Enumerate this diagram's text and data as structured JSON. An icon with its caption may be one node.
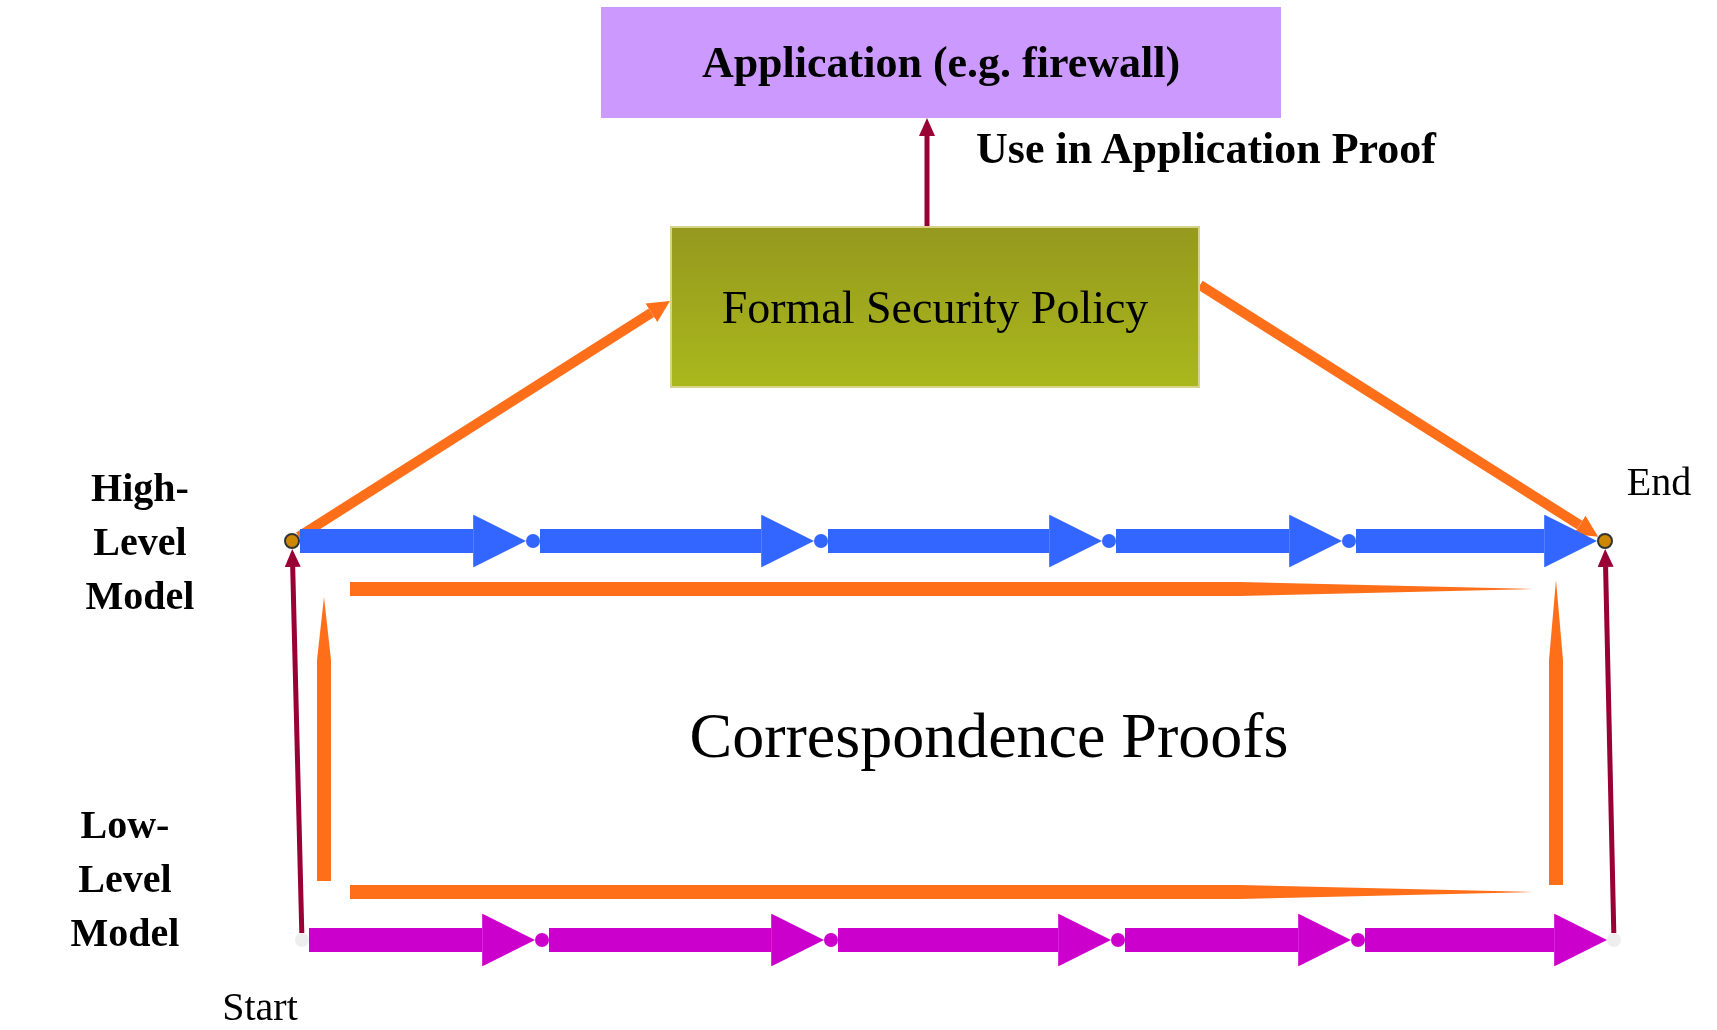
{
  "diagram": {
    "nodes": [
      {
        "text": [
          "Application (e.g. firewall)"
        ]
      },
      {
        "text": [
          "Formal Security Policy"
        ]
      },
      {
        "text": [],
        "shape": "circle",
        "beside": [
          "High-Level Model"
        ]
      },
      {
        "text": [],
        "shape": "circle"
      },
      {
        "text": [],
        "shape": "circle"
      },
      {
        "text": [],
        "shape": "circle"
      },
      {
        "text": [],
        "shape": "circle"
      },
      {
        "text": [],
        "shape": "circle",
        "beside": [
          "End"
        ]
      },
      {
        "text": [],
        "shape": "circle",
        "beside": [
          "Low-Level Model",
          "Start"
        ]
      },
      {
        "text": [],
        "shape": "circle"
      },
      {
        "text": [],
        "shape": "circle"
      },
      {
        "text": [],
        "shape": "circle"
      },
      {
        "text": [],
        "shape": "circle"
      },
      {
        "text": [],
        "shape": "circle"
      }
    ],
    "edges": [
      {
        "from": 1,
        "to": 0,
        "arrow": "to",
        "label": "Use in Application Proof",
        "color": "#990033"
      },
      {
        "from": 2,
        "to": 1,
        "arrow": "to",
        "color": "#ff6f1a"
      },
      {
        "from": 1,
        "to": 7,
        "arrow": "to",
        "color": "#ff6f1a"
      },
      {
        "from": 2,
        "to": 3,
        "arrow": "to",
        "color": "#3366ff"
      },
      {
        "from": 3,
        "to": 4,
        "arrow": "to",
        "color": "#3366ff"
      },
      {
        "from": 4,
        "to": 5,
        "arrow": "to",
        "color": "#3366ff"
      },
      {
        "from": 5,
        "to": 6,
        "arrow": "to",
        "color": "#3366ff"
      },
      {
        "from": 6,
        "to": 7,
        "arrow": "to",
        "color": "#3366ff"
      },
      {
        "from": 8,
        "to": 9,
        "arrow": "to",
        "color": "#cc00cc"
      },
      {
        "from": 9,
        "to": 10,
        "arrow": "to",
        "color": "#cc00cc"
      },
      {
        "from": 10,
        "to": 11,
        "arrow": "to",
        "color": "#cc00cc"
      },
      {
        "from": 11,
        "to": 12,
        "arrow": "to",
        "color": "#cc00cc"
      },
      {
        "from": 12,
        "to": 13,
        "arrow": "to",
        "color": "#cc00cc"
      },
      {
        "from": 8,
        "to": 2,
        "arrow": "to",
        "color": "#990033"
      },
      {
        "from": 13,
        "to": 7,
        "arrow": "to",
        "color": "#990033"
      }
    ],
    "labels": [
      "Correspondence Proofs"
    ]
  }
}
